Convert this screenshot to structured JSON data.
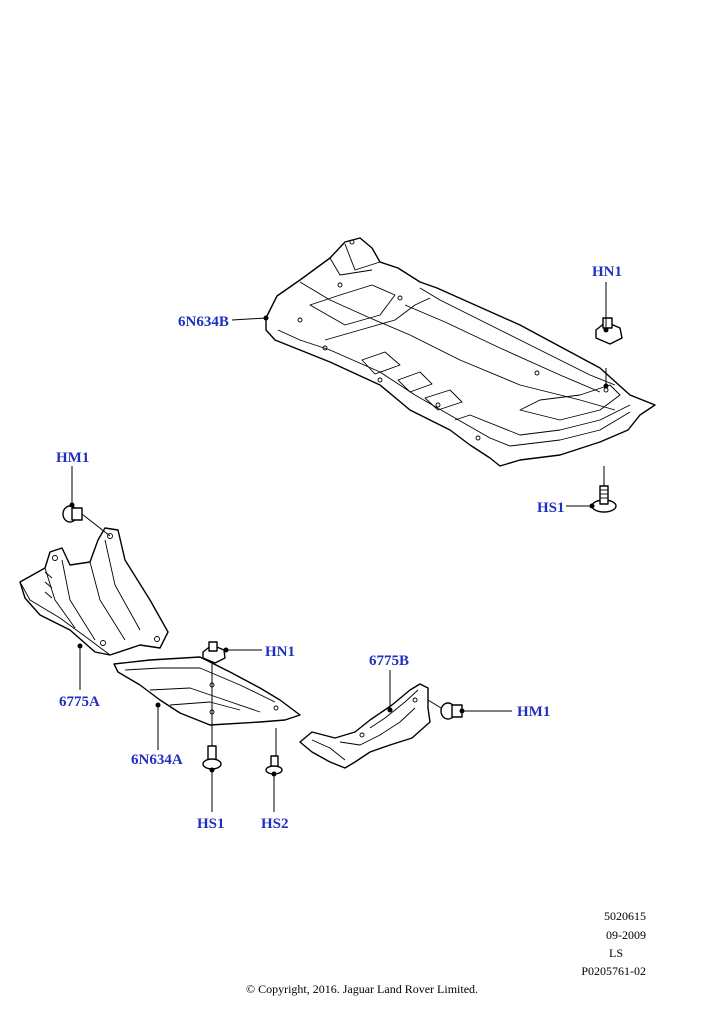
{
  "callouts": {
    "hn1_top": "HN1",
    "panel_b": "6N634B",
    "hs1_right": "HS1",
    "hm1_left": "HM1",
    "shield_a": "6775A",
    "hn1_mid": "HN1",
    "panel_a": "6N634A",
    "hs1_bottom": "HS1",
    "hs2": "HS2",
    "shield_b": "6775B",
    "hm1_right": "HM1"
  },
  "info_block": {
    "line1": "5020615",
    "line2": "09-2009",
    "line3": "LS",
    "line4": "P0205761-02"
  },
  "copyright": "© Copyright, 2016. Jaguar Land Rover Limited.",
  "colors": {
    "callout": "#1f2fbf",
    "line": "#000000"
  }
}
